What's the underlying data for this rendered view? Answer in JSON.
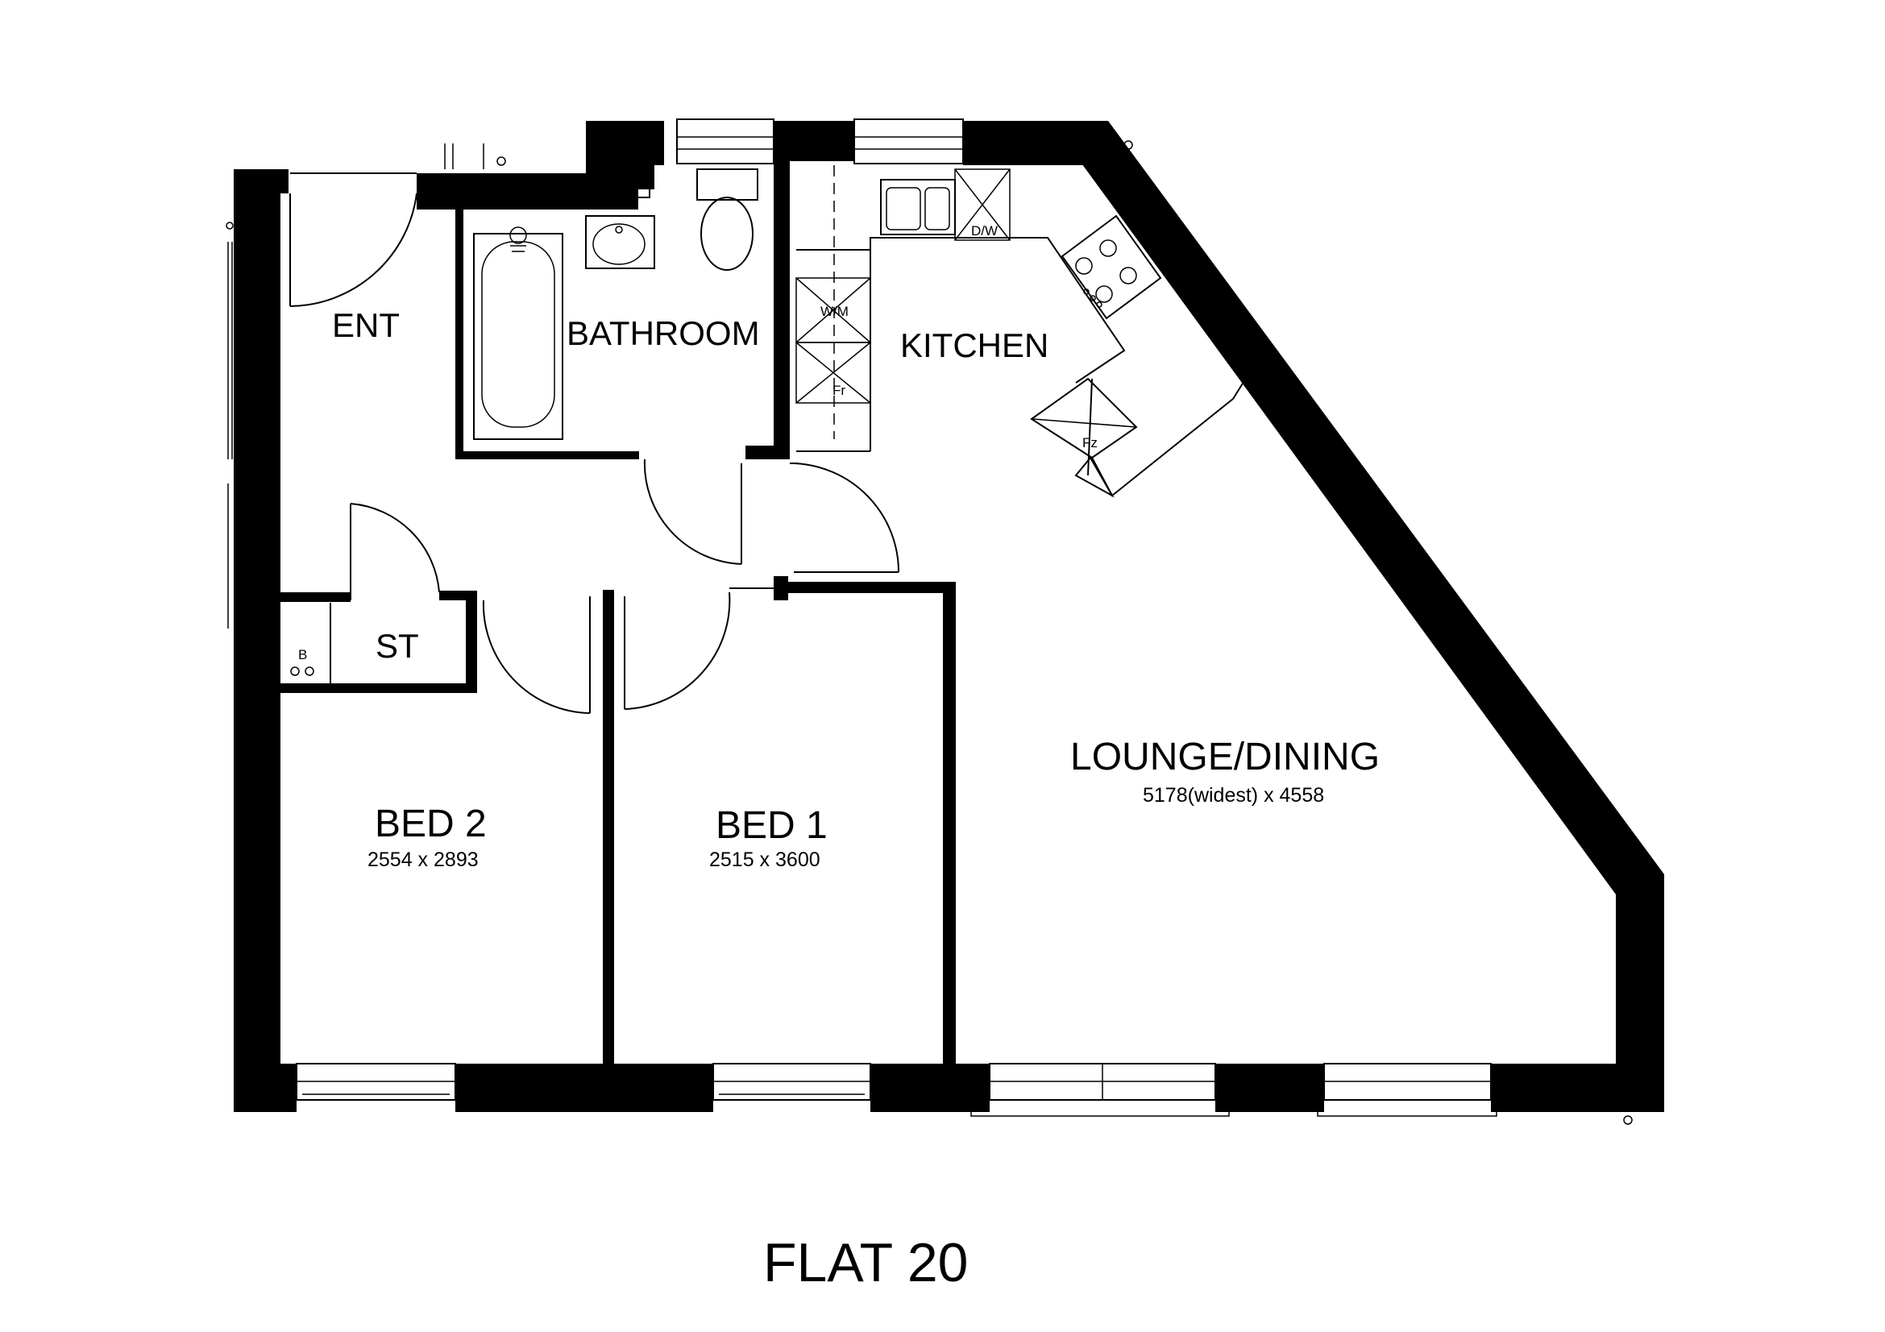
{
  "title": "FLAT 20",
  "rooms": {
    "ent": "ENT",
    "bathroom": "BATHROOM",
    "kitchen": "KITCHEN",
    "store": "ST",
    "bed2": {
      "name": "BED 2",
      "size": "2554 x 2893"
    },
    "bed1": {
      "name": "BED 1",
      "size": "2515 x 3600"
    },
    "lounge": {
      "name": "LOUNGE/DINING",
      "size": "5178(widest) x 4558"
    }
  },
  "appliances": {
    "washing_machine": "W/M",
    "fridge": "Fr",
    "freezer": "Fz",
    "dishwasher": "D/W",
    "boiler": "B"
  },
  "colors": {
    "wall": "#000000",
    "background": "#ffffff"
  }
}
